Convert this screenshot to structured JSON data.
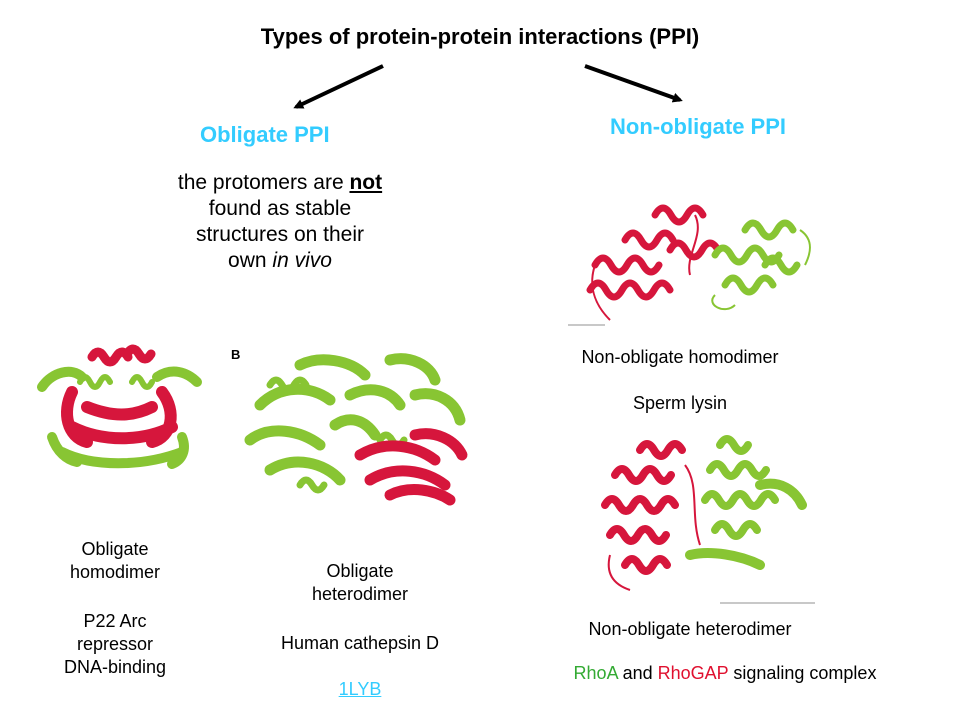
{
  "title": "Types of protein-protein interactions (PPI)",
  "colors": {
    "accent": "#33ccff",
    "red": "#d6163c",
    "green": "#88c533"
  },
  "obligate": {
    "heading": "Obligate PPI",
    "desc_1": "the protomers are ",
    "desc_not": "not",
    "desc_2": " found as stable",
    "desc_3": "structures on their",
    "desc_4a": "own ",
    "desc_4b": "in vivo"
  },
  "non_obligate": {
    "heading": "Non-obligate PPI"
  },
  "panel_label": "B",
  "homodimer": {
    "line1": "Obligate",
    "line2": "homodimer",
    "p1": "P22 Arc",
    "p2": "repressor",
    "p3": "DNA-binding"
  },
  "heterodimer": {
    "line1": "Obligate",
    "line2": "heterodimer",
    "name": "Human cathepsin D",
    "link": "1LYB"
  },
  "nonob_homodimer": {
    "label": "Non-obligate  homodimer",
    "name": "Sperm lysin"
  },
  "nonob_heterodimer": {
    "label": "Non-obligate  heterodimer",
    "rhoa": "RhoA",
    "and": " and ",
    "rhogap": "RhoGAP",
    "rest": " signaling complex"
  }
}
